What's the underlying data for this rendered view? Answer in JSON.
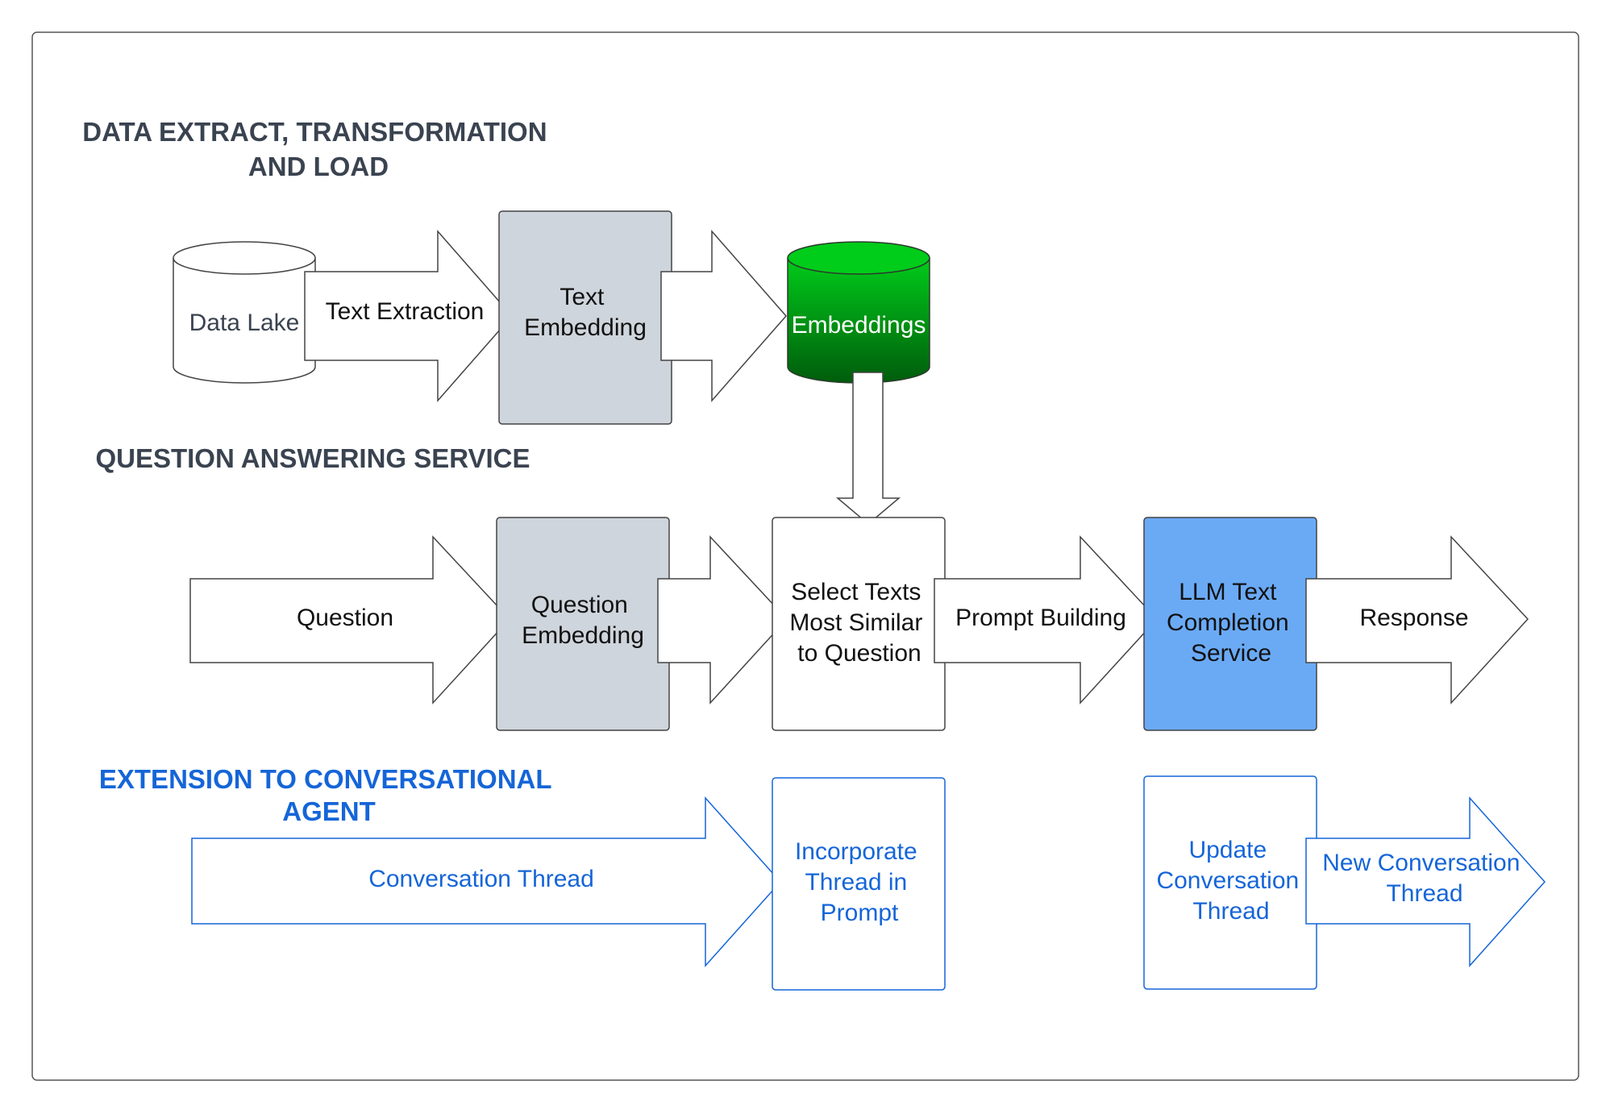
{
  "sections": {
    "etl_title": [
      "DATA EXTRACT, TRANSFORMATION",
      "AND LOAD"
    ],
    "qa_title": "QUESTION ANSWERING SERVICE",
    "ext_title": [
      "EXTENSION TO CONVERSATIONAL",
      "AGENT"
    ]
  },
  "etl": {
    "data_lake": "Data Lake",
    "text_extraction": "Text Extraction",
    "text_embedding": [
      "Text",
      "Embedding"
    ],
    "embeddings": "Embeddings"
  },
  "qa": {
    "question": "Question",
    "question_embedding": [
      "Question",
      "Embedding"
    ],
    "select_texts": [
      "Select Texts",
      "Most Similar",
      "to Question"
    ],
    "prompt_building": "Prompt Building",
    "llm_service": [
      "LLM Text",
      "Completion",
      "Service"
    ],
    "response": "Response"
  },
  "ext": {
    "conversation_thread": "Conversation Thread",
    "incorporate": [
      "Incorporate",
      "Thread in",
      "Prompt"
    ],
    "update": [
      "Update",
      "Conversation",
      "Thread"
    ],
    "new_thread": [
      "New Conversation",
      "Thread"
    ]
  },
  "colors": {
    "header_text": "#3a4350",
    "extension_blue": "#1565d8",
    "gray_box": "#cfd5dc",
    "llm_box": "#6aaaf5",
    "embeddings_top": "#00cc1a",
    "embeddings_bottom": "#005c0c"
  }
}
